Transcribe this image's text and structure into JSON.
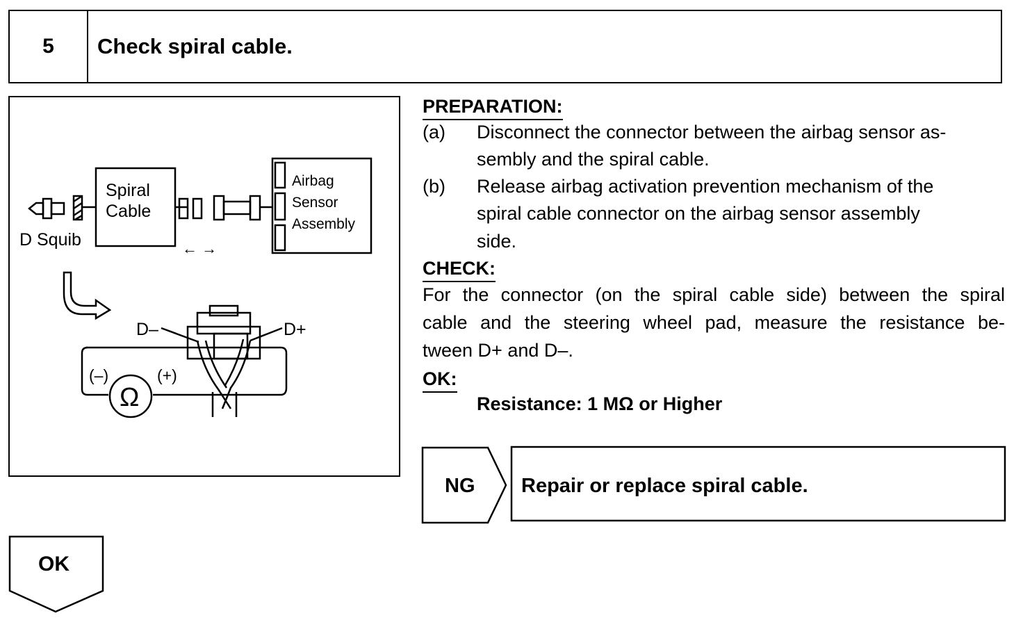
{
  "step": {
    "number": "5",
    "title": "Check spiral cable."
  },
  "diagram": {
    "d_squib": "D Squib",
    "spiral_cable_line1": "Spiral",
    "spiral_cable_line2": "Cable",
    "airbag_line1": "Airbag",
    "airbag_line2": "Sensor",
    "airbag_line3": "Assembly",
    "disconnect_arrows": "← →",
    "d_minus": "D–",
    "d_plus": "D+",
    "probe_minus": "(–)",
    "probe_plus": "(+)",
    "ohm_symbol": "Ω"
  },
  "preparation": {
    "heading": "PREPARATION:",
    "items": [
      {
        "label": "(a)",
        "line1": "Disconnect the connector between the airbag sensor as-",
        "line2": "sembly and the spiral cable."
      },
      {
        "label": "(b)",
        "line1": "Release airbag activation prevention mechanism of the",
        "line2": "spiral cable connector on the airbag sensor assembly",
        "line3": "side."
      }
    ]
  },
  "check": {
    "heading": "CHECK:",
    "line1": "For the connector (on the spiral cable side) between the spiral",
    "line2": "cable and the steering wheel pad, measure the resistance be-",
    "line3": "tween D+ and D–."
  },
  "ok_spec": {
    "heading": "OK:",
    "value": "Resistance: 1 MΩ or Higher"
  },
  "ng": {
    "label": "NG",
    "result": "Repair or replace spiral cable."
  },
  "ok_flow": {
    "label": "OK"
  }
}
